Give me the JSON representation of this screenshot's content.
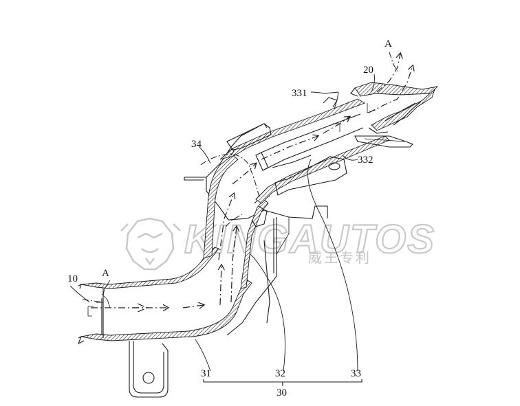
{
  "figure": {
    "labels": {
      "l10": "10",
      "l20": "20",
      "l30": "30",
      "l31": "31",
      "l32": "32",
      "l33": "33",
      "l34": "34",
      "l331": "331",
      "l332": "332",
      "sectionA_top": "A",
      "sectionA_left": "A"
    },
    "watermark": {
      "latin": "KINGAUTOS",
      "cjk": "威王专利"
    }
  }
}
